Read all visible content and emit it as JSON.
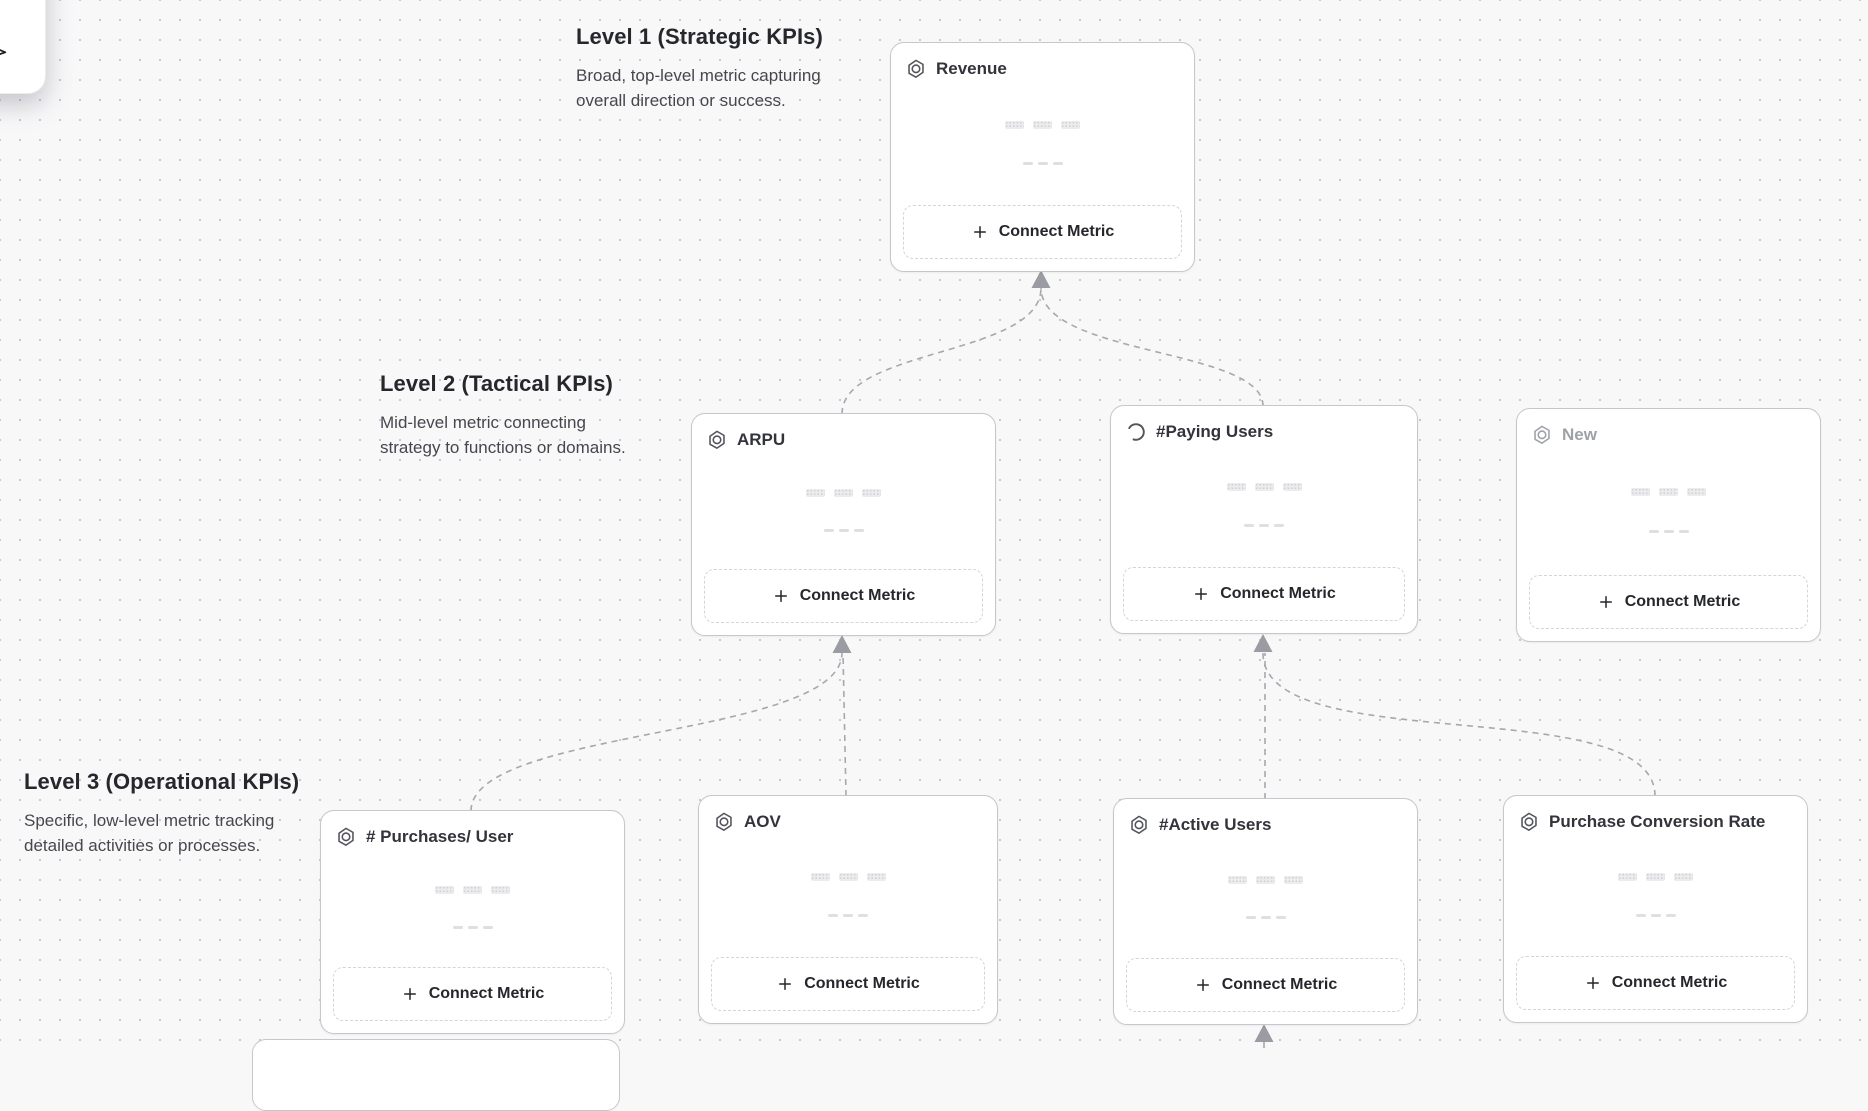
{
  "toolbar": {
    "tool_icon": "cursor-icon"
  },
  "levels": [
    {
      "title": "Level 1 (Strategic KPIs)",
      "description_lines": [
        "Broad, top-level metric capturing",
        "overall direction or success."
      ]
    },
    {
      "title": "Level 2 (Tactical KPIs)",
      "description_lines": [
        "Mid-level metric connecting",
        "strategy to functions or domains."
      ]
    },
    {
      "title": "Level 3 (Operational KPIs)",
      "description_lines": [
        "Specific, low-level metric tracking",
        "detailed activities or processes."
      ]
    }
  ],
  "cards": [
    {
      "title": "Revenue",
      "icon": "hexagon-metric-icon",
      "button_label": "Connect Metric",
      "level": 1,
      "state": "default"
    },
    {
      "title": "ARPU",
      "icon": "hexagon-metric-icon",
      "button_label": "Connect Metric",
      "level": 2,
      "state": "default"
    },
    {
      "title": "#Paying Users",
      "icon": "spinner-icon",
      "button_label": "Connect Metric",
      "level": 2,
      "state": "loading"
    },
    {
      "title": "New",
      "icon": "hexagon-metric-icon",
      "button_label": "Connect Metric",
      "level": 2,
      "state": "draft"
    },
    {
      "title": "# Purchases/ User",
      "icon": "hexagon-metric-icon",
      "button_label": "Connect Metric",
      "level": 3,
      "state": "default"
    },
    {
      "title": "AOV",
      "icon": "hexagon-metric-icon",
      "button_label": "Connect Metric",
      "level": 3,
      "state": "default"
    },
    {
      "title": "#Active Users",
      "icon": "hexagon-metric-icon",
      "button_label": "Connect Metric",
      "level": 3,
      "state": "default"
    },
    {
      "title": "Purchase Conversion Rate",
      "icon": "hexagon-metric-icon",
      "button_label": "Connect Metric",
      "level": 3,
      "state": "default"
    }
  ],
  "edges": [
    {
      "from": "ARPU",
      "to": "Revenue"
    },
    {
      "from": "#Paying Users",
      "to": "Revenue"
    },
    {
      "from": "# Purchases/ User",
      "to": "ARPU"
    },
    {
      "from": "AOV",
      "to": "ARPU"
    },
    {
      "from": "#Active Users",
      "to": "#Paying Users"
    },
    {
      "from": "Purchase Conversion Rate",
      "to": "#Paying Users"
    },
    {
      "from": "offscreen-card",
      "to": "#Active Users"
    }
  ],
  "colors": {
    "canvas_bg": "#f8f8f9",
    "grid_dot": "#c9c9ce",
    "card_border": "#c6c6cc",
    "edge_line": "#a7a7ae",
    "arrowhead": "#9a9ba3",
    "text_primary": "#26272c",
    "text_secondary": "#46474e",
    "text_muted": "#9ea1a8",
    "skeleton": "#ececee"
  }
}
